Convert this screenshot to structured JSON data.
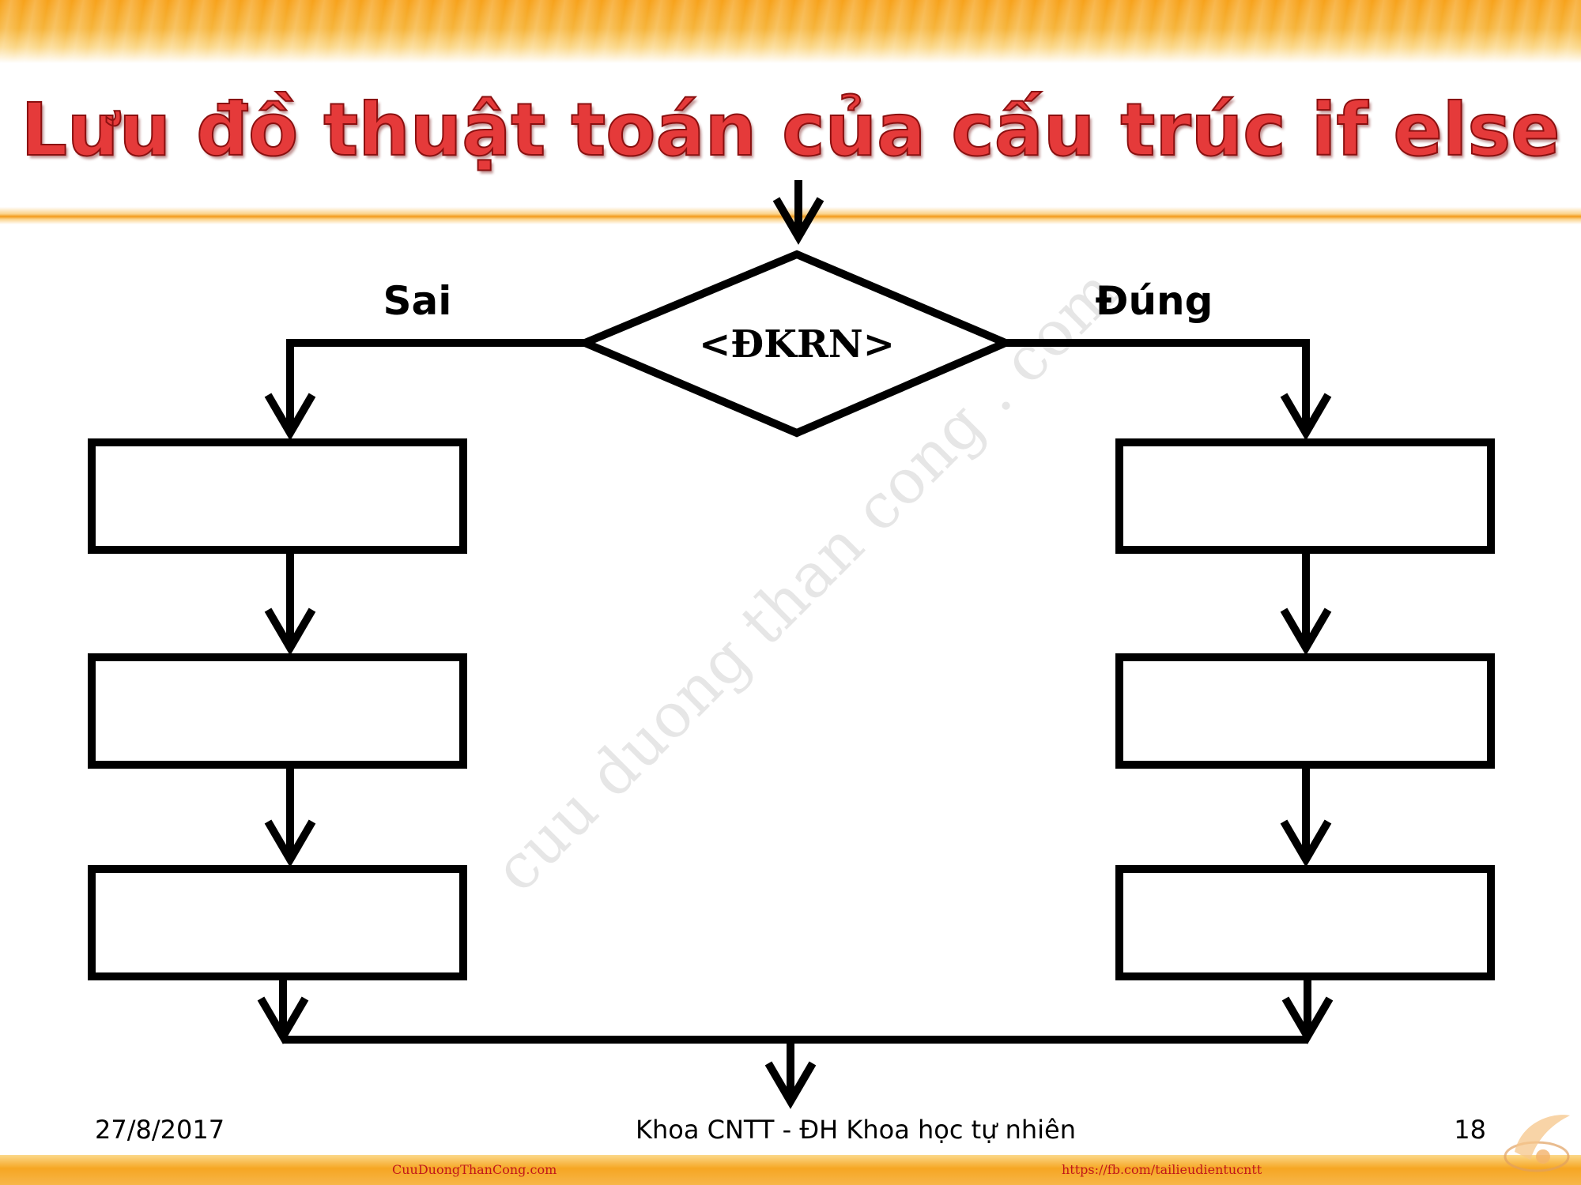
{
  "slide": {
    "title": "Lưu đồ thuật toán của cấu trúc if else",
    "watermark": "cuu duong than cong . com"
  },
  "diagram": {
    "condition": "<ĐKRN>",
    "false_label": "Sai",
    "true_label": "Đúng"
  },
  "footer": {
    "date": "27/8/2017",
    "center": "Khoa CNTT - ĐH Khoa học tự nhiên",
    "page": "18",
    "link_left": "CuuDuongThanCong.com",
    "link_right": "https://fb.com/tailieudientucntt"
  },
  "colors": {
    "title_red": "#e53a3a",
    "band_orange": "#f6a623",
    "link_red": "#c0171b"
  }
}
